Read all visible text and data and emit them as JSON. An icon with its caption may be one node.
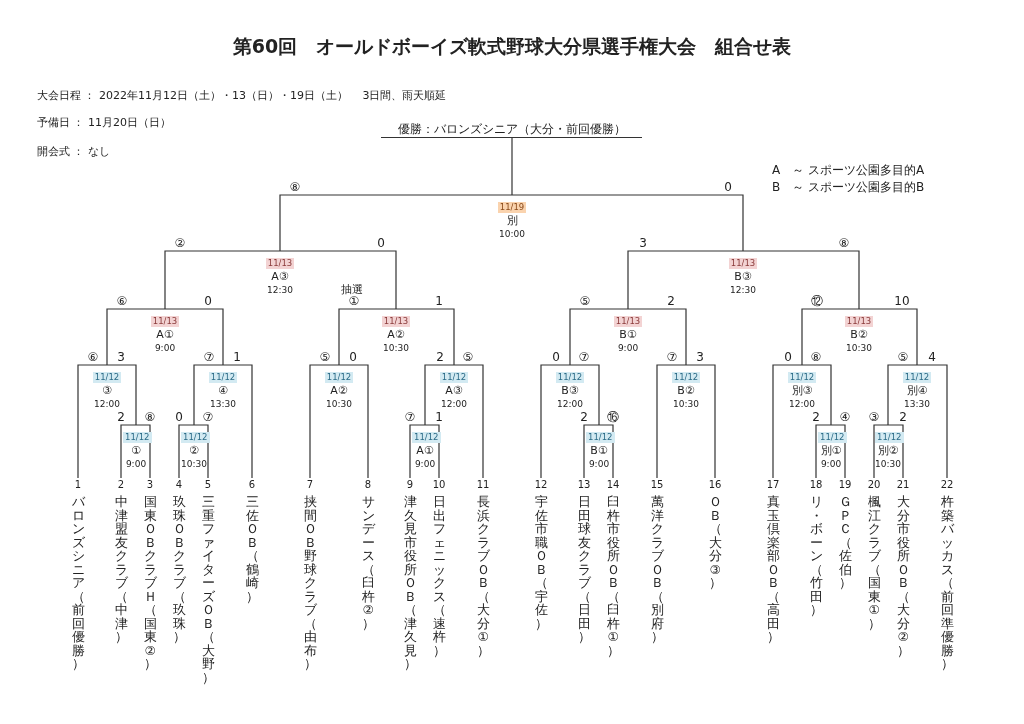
{
  "diagram": {
    "title": "第60回　オールドボーイズ軟式野球大分県選手権大会　組合せ表",
    "nodes": [
      {
        "text": [
          "優勝：バロンズシニア（大分・前回優勝）"
        ]
      },
      {
        "text": [
          "11/19",
          "別",
          "10:00"
        ]
      },
      {
        "text": [
          "11/13",
          "A③",
          "12:30"
        ]
      },
      {
        "text": [
          "11/13",
          "B③",
          "12:30"
        ]
      },
      {
        "text": [
          "11/13",
          "A①",
          "9:00"
        ]
      },
      {
        "text": [
          "11/13",
          "A②",
          "10:30"
        ]
      },
      {
        "text": [
          "11/13",
          "B①",
          "9:00"
        ]
      },
      {
        "text": [
          "11/13",
          "B②",
          "10:30"
        ]
      },
      {
        "text": [
          "11/12",
          "③",
          "12:00"
        ]
      },
      {
        "text": [
          "11/12",
          "④",
          "13:30"
        ]
      },
      {
        "text": [
          "11/12",
          "A②",
          "10:30"
        ]
      },
      {
        "text": [
          "11/12",
          "A③",
          "12:00"
        ]
      },
      {
        "text": [
          "11/12",
          "B③",
          "12:00"
        ]
      },
      {
        "text": [
          "11/12",
          "B②",
          "10:30"
        ]
      },
      {
        "text": [
          "11/12",
          "別③",
          "12:00"
        ]
      },
      {
        "text": [
          "11/12",
          "別④",
          "13:30"
        ]
      },
      {
        "text": [
          "11/12",
          "①",
          "9:00"
        ]
      },
      {
        "text": [
          "11/12",
          "②",
          "10:30"
        ]
      },
      {
        "text": [
          "11/12",
          "A①",
          "9:00"
        ]
      },
      {
        "text": [
          "11/12",
          "B①",
          "9:00"
        ]
      },
      {
        "text": [
          "11/12",
          "別①",
          "9:00"
        ]
      },
      {
        "text": [
          "11/12",
          "別②",
          "10:30"
        ]
      },
      {
        "text": [
          "1",
          "バロンズシニア（前回優勝）"
        ]
      },
      {
        "text": [
          "2",
          "中津盟友クラブ（中津）"
        ]
      },
      {
        "text": [
          "3",
          "国東ＯＢクラブＨ（国東②）"
        ]
      },
      {
        "text": [
          "4",
          "玖珠ＯＢクラブ（玖珠）"
        ]
      },
      {
        "text": [
          "5",
          "三重ファイターズＯＢ（大野）"
        ]
      },
      {
        "text": [
          "6",
          "三佐ＯＢ（鶴崎）"
        ]
      },
      {
        "text": [
          "7",
          "挟間ＯＢ野球クラブ（由布）"
        ]
      },
      {
        "text": [
          "8",
          "サンデース（臼杵②）"
        ]
      },
      {
        "text": [
          "9",
          "津久見市役所ＯＢ（津久見）"
        ]
      },
      {
        "text": [
          "10",
          "日出フェニックス（速杵）"
        ]
      },
      {
        "text": [
          "11",
          "長浜クラブＯＢ（大分①）"
        ]
      },
      {
        "text": [
          "12",
          "宇佐市職ＯＢ（宇佐）"
        ]
      },
      {
        "text": [
          "13",
          "日田球友クラブ（日田）"
        ]
      },
      {
        "text": [
          "14",
          "臼杵市役所ＯＢ（臼杵①）"
        ]
      },
      {
        "text": [
          "15",
          "萬洋クラブＯＢ（別府）"
        ]
      },
      {
        "text": [
          "16",
          "ＯＢ（大分③）"
        ]
      },
      {
        "text": [
          "17",
          "真玉倶楽部ＯＢ（高田）"
        ]
      },
      {
        "text": [
          "18",
          "リ・ボーン（竹田）"
        ]
      },
      {
        "text": [
          "19",
          "ＧＰＣ（佐伯）"
        ]
      },
      {
        "text": [
          "20",
          "楓江クラブ（国東①）"
        ]
      },
      {
        "text": [
          "21",
          "大分市役所ＯＢ（大分②）"
        ]
      },
      {
        "text": [
          "22",
          "杵築バッカス（前回準優勝）"
        ]
      }
    ],
    "edges": [
      {
        "from": 1,
        "to": 0,
        "arrow": "none"
      },
      {
        "from": 2,
        "to": 1,
        "arrow": "none",
        "label": "⑧"
      },
      {
        "from": 3,
        "to": 1,
        "arrow": "none",
        "label": "0"
      },
      {
        "from": 4,
        "to": 2,
        "arrow": "none",
        "label": "②"
      },
      {
        "from": 5,
        "to": 2,
        "arrow": "none",
        "label": "0"
      },
      {
        "from": 6,
        "to": 3,
        "arrow": "none",
        "label": "3"
      },
      {
        "from": 7,
        "to": 3,
        "arrow": "none",
        "label": "⑧"
      },
      {
        "from": 8,
        "to": 4,
        "arrow": "none",
        "label": "⑥"
      },
      {
        "from": 9,
        "to": 4,
        "arrow": "none",
        "label": "0"
      },
      {
        "from": 10,
        "to": 5,
        "arrow": "none",
        "label": "①"
      },
      {
        "from": 11,
        "to": 5,
        "arrow": "none",
        "label": "1"
      },
      {
        "from": 12,
        "to": 6,
        "arrow": "none",
        "label": "⑤"
      },
      {
        "from": 13,
        "to": 6,
        "arrow": "none",
        "label": "2"
      },
      {
        "from": 14,
        "to": 7,
        "arrow": "none",
        "label": "⑫"
      },
      {
        "from": 15,
        "to": 7,
        "arrow": "none",
        "label": "10"
      },
      {
        "from": 22,
        "to": 8,
        "arrow": "none",
        "label": "⑥"
      },
      {
        "from": 16,
        "to": 8,
        "arrow": "none",
        "label": "3"
      },
      {
        "from": 17,
        "to": 9,
        "arrow": "none",
        "label": "⑦"
      },
      {
        "from": 27,
        "to": 9,
        "arrow": "none",
        "label": "1"
      },
      {
        "from": 28,
        "to": 10,
        "arrow": "none",
        "label": "⑤"
      },
      {
        "from": 29,
        "to": 10,
        "arrow": "none",
        "label": "0"
      },
      {
        "from": 18,
        "to": 11,
        "arrow": "none",
        "label": "2"
      },
      {
        "from": 32,
        "to": 11,
        "arrow": "none",
        "label": "⑤"
      },
      {
        "from": 33,
        "to": 12,
        "arrow": "none",
        "label": "0"
      },
      {
        "from": 19,
        "to": 12,
        "arrow": "none",
        "label": "⑦"
      },
      {
        "from": 36,
        "to": 13,
        "arrow": "none",
        "label": "⑦"
      },
      {
        "from": 37,
        "to": 13,
        "arrow": "none",
        "label": "3"
      },
      {
        "from": 38,
        "to": 14,
        "arrow": "none",
        "label": "0"
      },
      {
        "from": 20,
        "to": 14,
        "arrow": "none",
        "label": "⑧"
      },
      {
        "from": 21,
        "to": 15,
        "arrow": "none",
        "label": "⑤"
      },
      {
        "from": 43,
        "to": 15,
        "arrow": "none",
        "label": "4"
      },
      {
        "from": 23,
        "to": 16,
        "arrow": "none",
        "label": "2"
      },
      {
        "from": 24,
        "to": 16,
        "arrow": "none",
        "label": "⑧"
      },
      {
        "from": 25,
        "to": 17,
        "arrow": "none",
        "label": "0"
      },
      {
        "from": 26,
        "to": 17,
        "arrow": "none",
        "label": "⑦"
      },
      {
        "from": 30,
        "to": 18,
        "arrow": "none",
        "label": "⑦"
      },
      {
        "from": 31,
        "to": 18,
        "arrow": "none",
        "label": "1"
      },
      {
        "from": 34,
        "to": 19,
        "arrow": "none",
        "label": "2"
      },
      {
        "from": 35,
        "to": 19,
        "arrow": "none",
        "label": "⑯"
      },
      {
        "from": 39,
        "to": 20,
        "arrow": "none",
        "label": "2"
      },
      {
        "from": 40,
        "to": 20,
        "arrow": "none",
        "label": "④"
      },
      {
        "from": 41,
        "to": 21,
        "arrow": "none",
        "label": "③"
      },
      {
        "from": 42,
        "to": 21,
        "arrow": "none",
        "label": "2"
      }
    ],
    "labels": [
      "大会日程 ： 2022年11月12日（土）・13（日）・19日（土）　 3日間、雨天順延",
      "予備日 ： 11月20日（日）",
      "開会式 ： なし",
      "抽選",
      "A　～ スポーツ公園多目的A",
      "B　～ スポーツ公園多目的B"
    ]
  }
}
